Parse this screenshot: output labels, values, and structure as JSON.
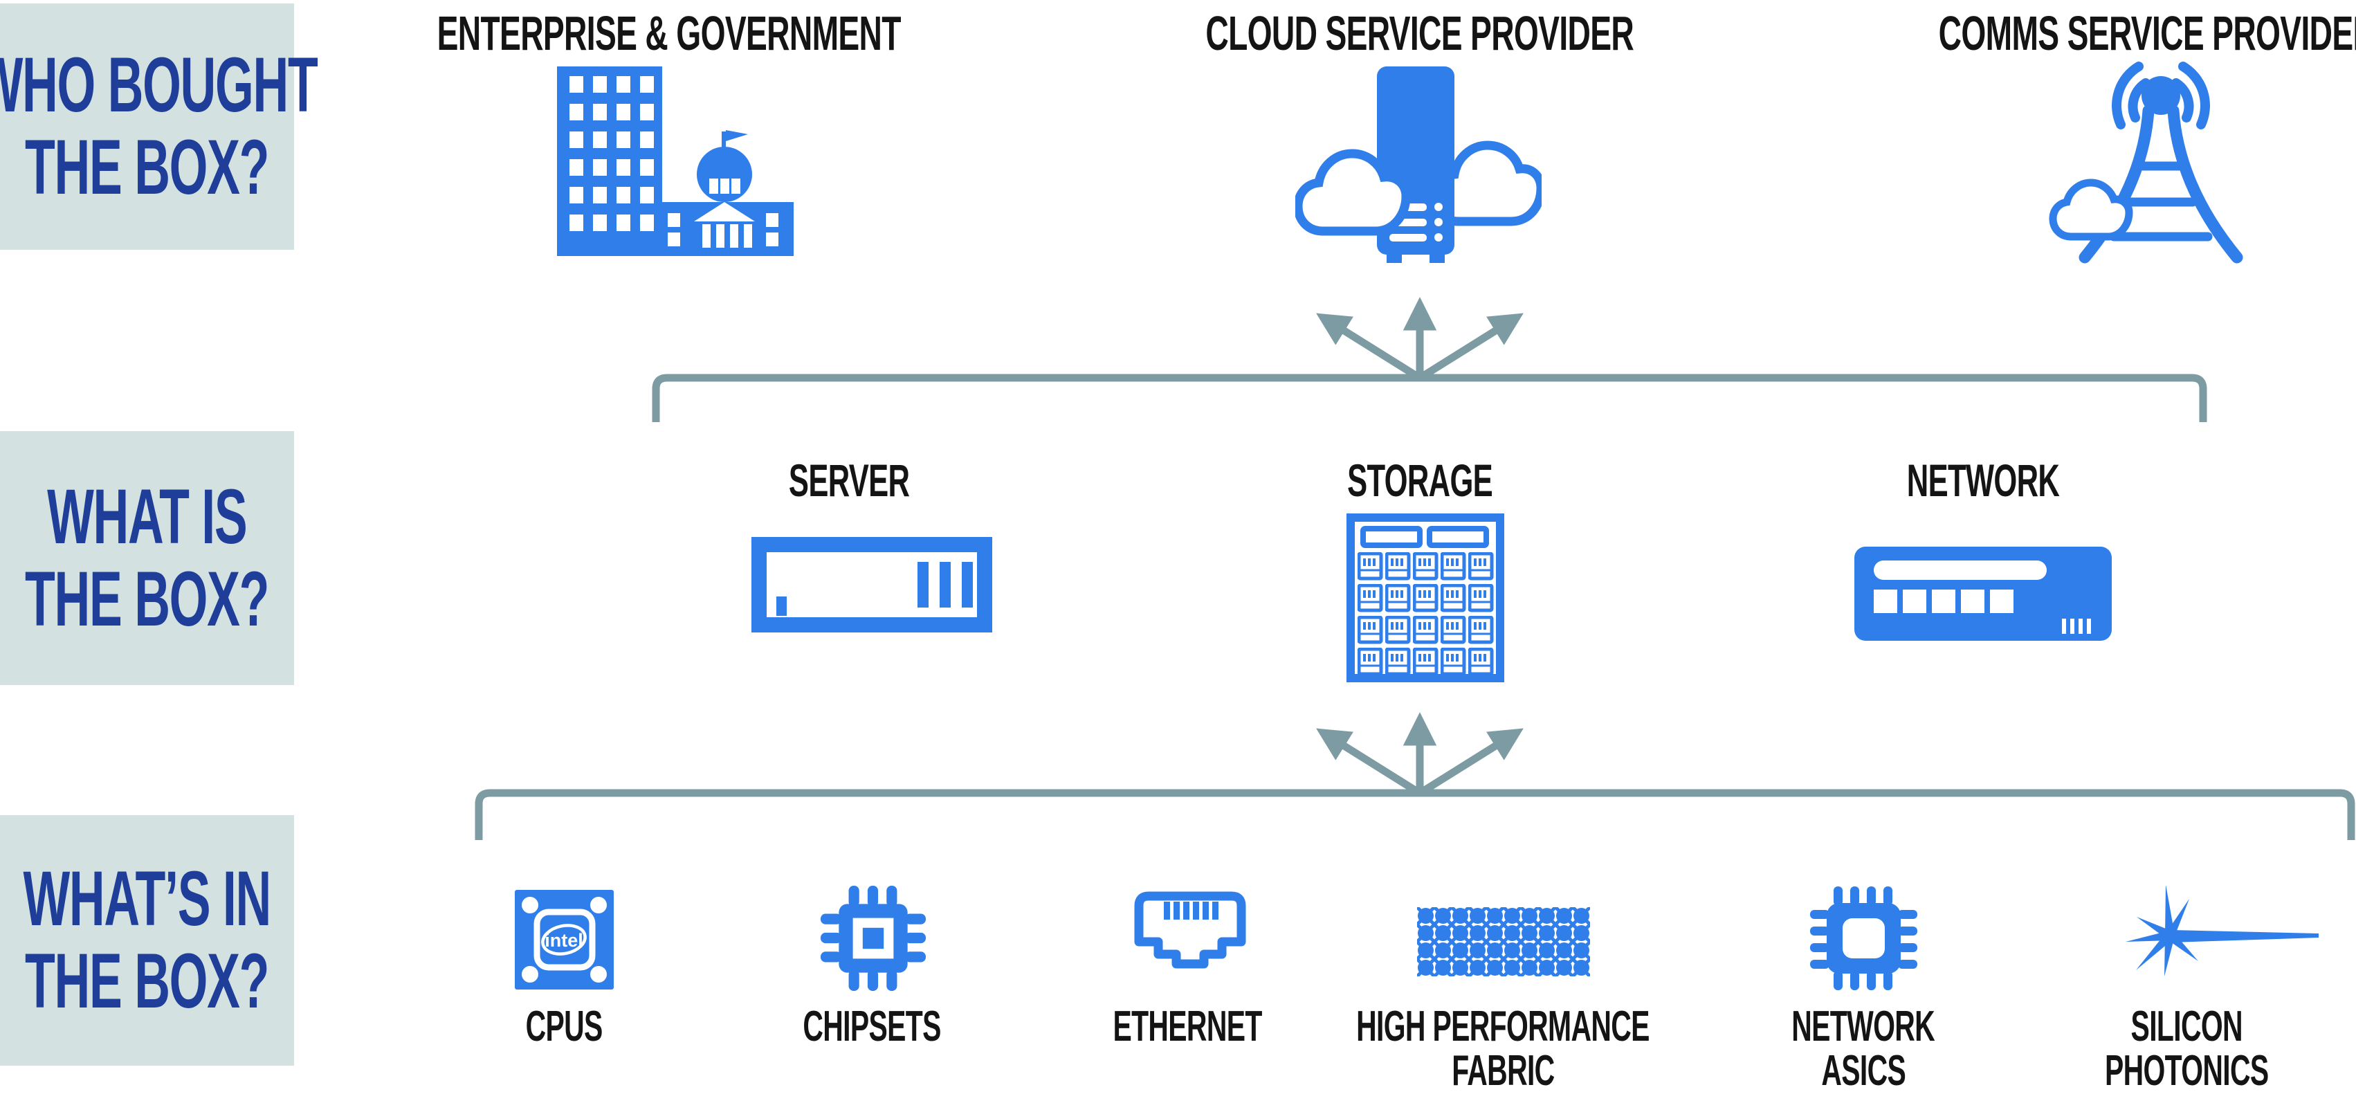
{
  "diagram": {
    "colors": {
      "icon_blue": "#2f7ee9",
      "navy_text": "#1f3e99",
      "row_label_bg": "#d4e1e1",
      "connector_gray": "#7c9ba3",
      "heading_black": "#141414"
    },
    "rows": [
      {
        "question_line1": "WHO BOUGHT",
        "question_line2": "THE BOX?",
        "items": [
          {
            "label": "ENTERPRISE & GOVERNMENT",
            "icon": "building-icon"
          },
          {
            "label": "CLOUD SERVICE PROVIDER",
            "icon": "cloud-server-icon"
          },
          {
            "label": "COMMS SERVICE PROVIDER",
            "icon": "comms-tower-icon"
          }
        ]
      },
      {
        "question_line1": "WHAT IS",
        "question_line2": "THE BOX?",
        "items": [
          {
            "label": "SERVER",
            "icon": "server-icon"
          },
          {
            "label": "STORAGE",
            "icon": "storage-icon"
          },
          {
            "label": "NETWORK",
            "icon": "network-switch-icon"
          }
        ]
      },
      {
        "question_line1": "WHAT’S IN",
        "question_line2": "THE BOX?",
        "items": [
          {
            "label_line1": "CPUS",
            "icon": "cpu-icon"
          },
          {
            "label_line1": "CHIPSETS",
            "icon": "chipset-icon"
          },
          {
            "label_line1": "ETHERNET",
            "icon": "ethernet-port-icon"
          },
          {
            "label_line1": "HIGH PERFORMANCE",
            "label_line2": "FABRIC",
            "icon": "fabric-dots-icon"
          },
          {
            "label_line1": "NETWORK",
            "label_line2": "ASICS",
            "icon": "network-asic-icon"
          },
          {
            "label_line1": "SILICON",
            "label_line2": "PHOTONICS",
            "icon": "photonics-star-icon"
          }
        ]
      }
    ],
    "cpu_chip_brand": "intel"
  }
}
